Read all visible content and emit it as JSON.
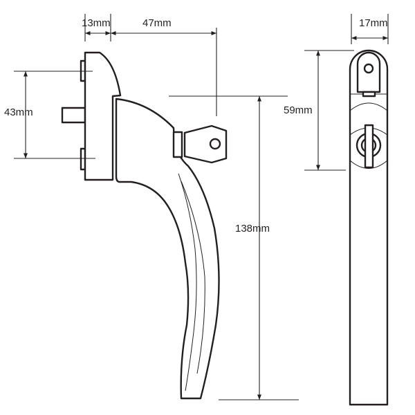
{
  "dimensions": {
    "base_depth": "13mm",
    "handle_projection": "47mm",
    "fixing_centres": "43mm",
    "handle_length": "138mm",
    "width": "17mm",
    "key_to_lock": "59mm"
  },
  "colors": {
    "line": "#231f20",
    "background": "#ffffff"
  }
}
